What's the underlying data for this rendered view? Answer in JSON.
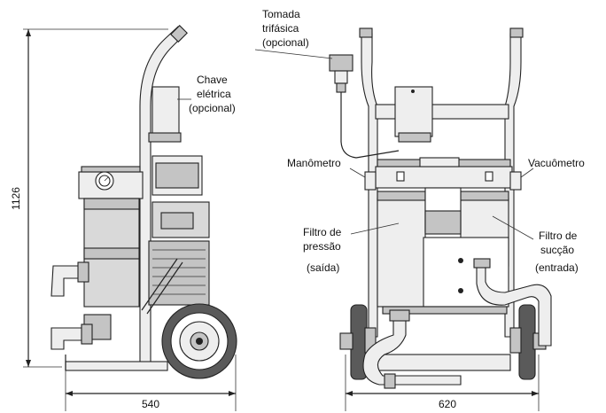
{
  "labels": {
    "chave": [
      "Chave",
      "elétrica",
      "(opcional)"
    ],
    "tomada": [
      "Tomada",
      "trifásica",
      "(opcional)"
    ],
    "manometro": "Manômetro",
    "vacuometro": "Vacuômetro",
    "filtro_pressao": [
      "Filtro de",
      "pressão",
      "(saída)"
    ],
    "filtro_succao": [
      "Filtro de",
      "sucção",
      "(entrada)"
    ]
  },
  "dimensions": {
    "height": "1126",
    "side_width": "540",
    "front_width": "620"
  }
}
